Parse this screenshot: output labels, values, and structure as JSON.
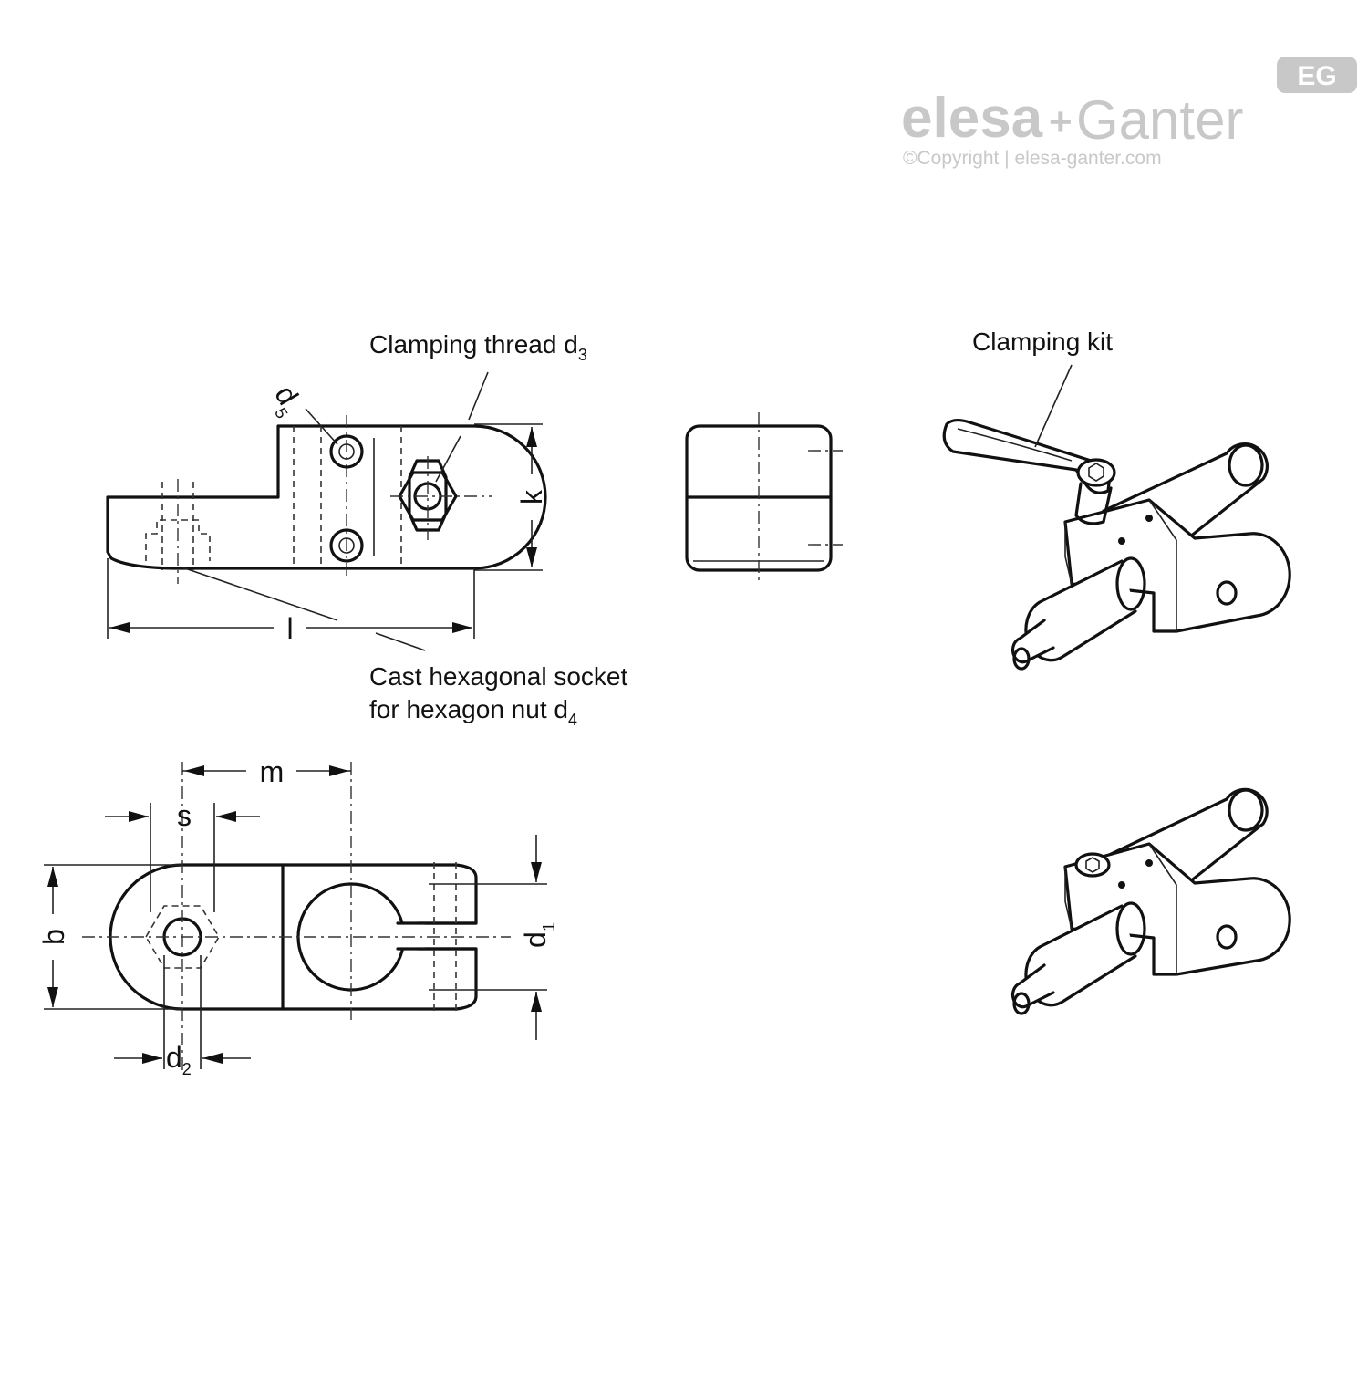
{
  "brand": {
    "name_left": "elesa",
    "plus": "+",
    "name_right": "Ganter",
    "badge": "EG",
    "copyright": "©Copyright | elesa-ganter.com",
    "logo_color": "#c8c8c8"
  },
  "labels": {
    "clamping_thread": "Clamping thread d",
    "clamping_thread_sub": "3",
    "clamping_kit": "Clamping kit",
    "cast_socket_line1": "Cast hexagonal socket",
    "cast_socket_line2": "for hexagon nut d",
    "cast_socket_sub": "4"
  },
  "dimensions": {
    "d5": "d",
    "d5_sub": "5",
    "k": "k",
    "l": "l",
    "m": "m",
    "s": "s",
    "b": "b",
    "d1": "d",
    "d1_sub": "1",
    "d2": "d",
    "d2_sub": "2"
  },
  "colors": {
    "line": "#111111"
  }
}
